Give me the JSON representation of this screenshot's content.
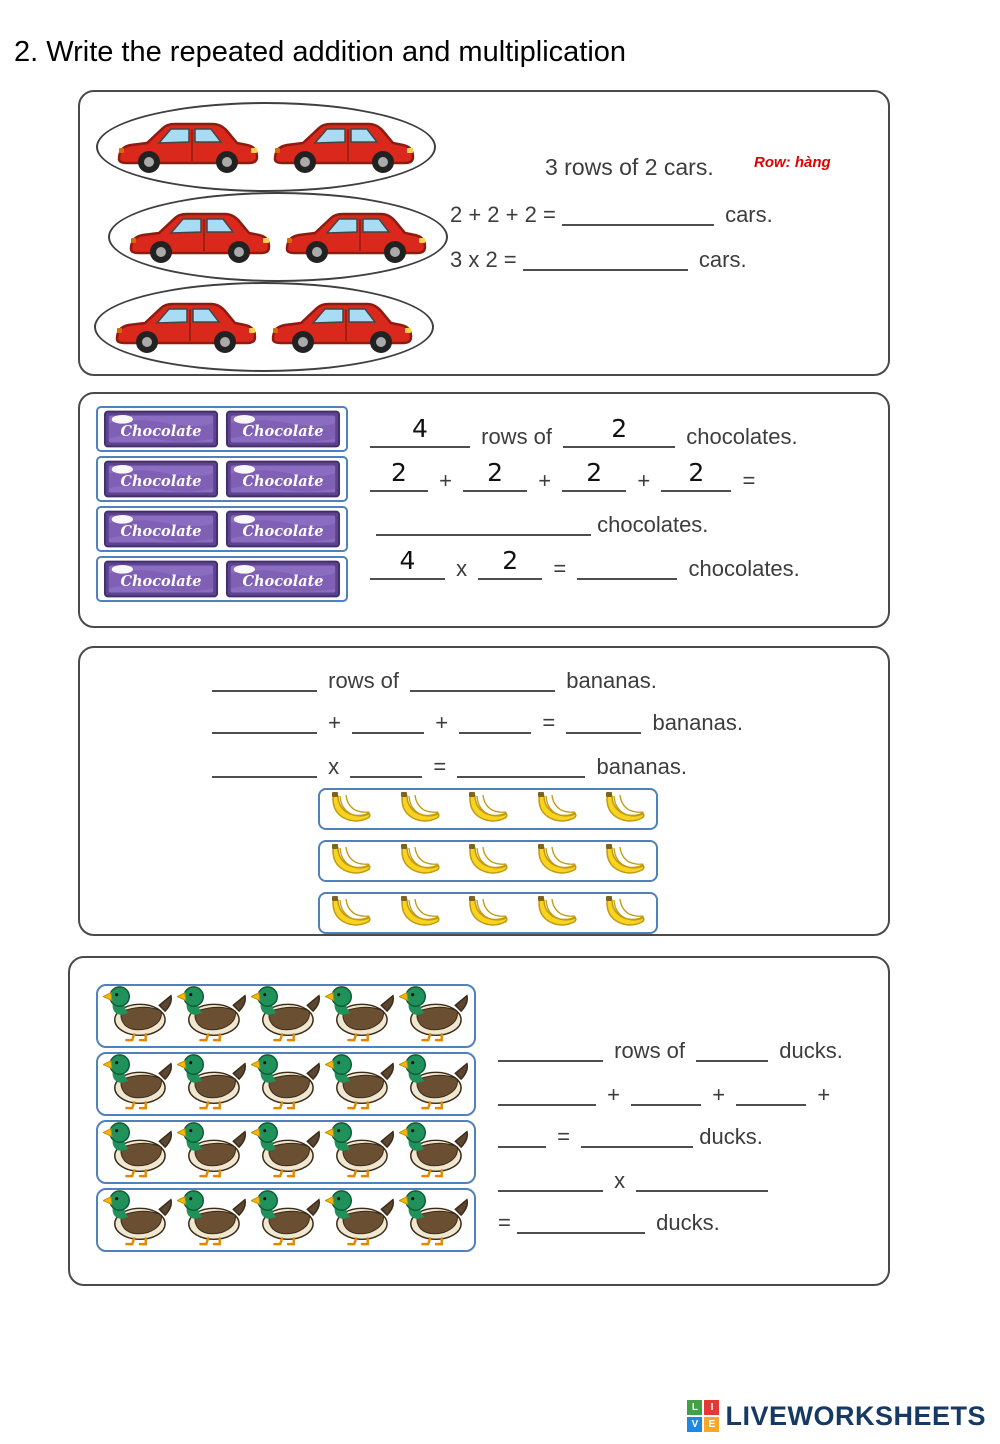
{
  "page": {
    "title": "2. Write the repeated addition and multiplication"
  },
  "cars": {
    "caption": "3 rows of 2 cars.",
    "annotation": "Row: hàng",
    "addition": "2 + 2 + 2 =",
    "multiplication": "3 x 2 =",
    "unit": "cars.",
    "rows": 3,
    "per_row": 2
  },
  "chocolates": {
    "bar_label": "Chocolate",
    "rows_of": "rows of",
    "plus": "+",
    "equals": "=",
    "times": "x",
    "unit": "chocolates.",
    "answers": {
      "rows": "4",
      "per_row": "2",
      "addends": [
        "2",
        "2",
        "2",
        "2"
      ],
      "factor_a": "4",
      "factor_b": "2"
    },
    "rows": 4,
    "per_row": 2
  },
  "bananas": {
    "rows_of": "rows of",
    "plus": "+",
    "equals": "=",
    "times": "x",
    "unit": "bananas.",
    "rows": 3,
    "per_row": 5
  },
  "ducks": {
    "rows_of": "rows of",
    "plus": "+",
    "equals": "=",
    "times": "x",
    "unit": "ducks.",
    "rows": 4,
    "per_row": 5
  },
  "footer": {
    "logo_letters": [
      "L",
      "I",
      "V",
      "E"
    ],
    "wordmark": "LIVEWORKSHEETS"
  }
}
